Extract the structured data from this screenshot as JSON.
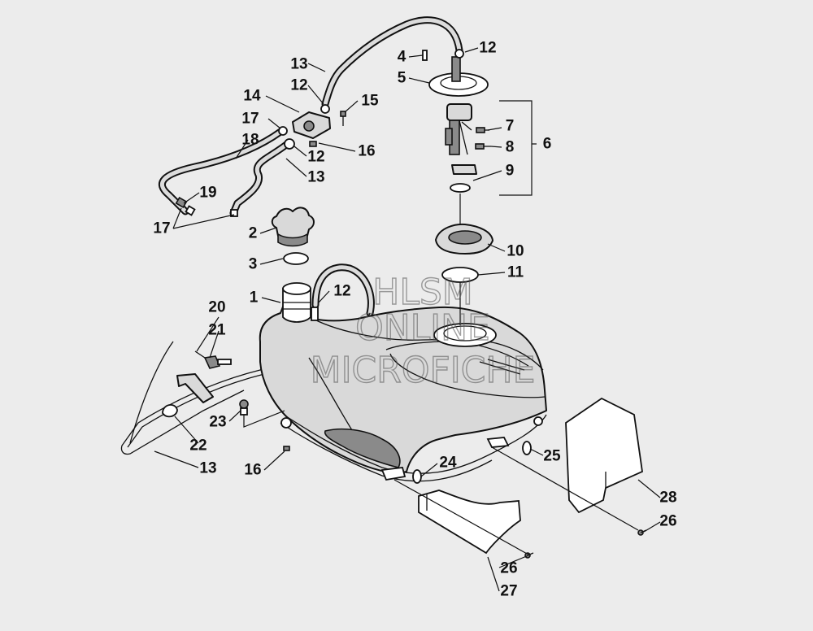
{
  "watermark": {
    "line1": "HLSM",
    "line2": "ONLINE",
    "line3": "MICROFICHE"
  },
  "labels": {
    "c1": "1",
    "c2": "2",
    "c3": "3",
    "c4": "4",
    "c5": "5",
    "c6": "6",
    "c7": "7",
    "c8": "8",
    "c9": "9",
    "c10": "10",
    "c11": "11",
    "c12a": "12",
    "c12b": "12",
    "c12c": "12",
    "c12d": "12",
    "c13a": "13",
    "c13b": "13",
    "c13c": "13",
    "c14": "14",
    "c15": "15",
    "c16a": "16",
    "c16b": "16",
    "c17a": "17",
    "c17b": "17",
    "c18": "18",
    "c19": "19",
    "c20": "20",
    "c21": "21",
    "c22": "22",
    "c23": "23",
    "c24": "24",
    "c25": "25",
    "c26a": "26",
    "c26b": "26",
    "c27": "27",
    "c28": "28"
  }
}
